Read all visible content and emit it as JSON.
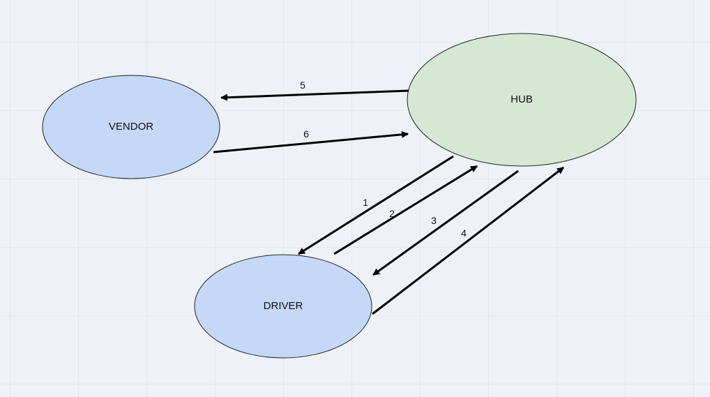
{
  "diagram": {
    "colors": {
      "node_blue": "#c5d8f7",
      "node_green": "#d5e8d4",
      "stroke": "#222222",
      "arrow": "#000000"
    },
    "nodes": {
      "vendor": {
        "label": "VENDOR"
      },
      "hub": {
        "label": "HUB"
      },
      "driver": {
        "label": "DRIVER"
      }
    },
    "edges": [
      {
        "label": "1",
        "from": "HUB",
        "to": "DRIVER"
      },
      {
        "label": "2",
        "from": "DRIVER",
        "to": "HUB"
      },
      {
        "label": "3",
        "from": "HUB",
        "to": "DRIVER"
      },
      {
        "label": "4",
        "from": "DRIVER",
        "to": "HUB"
      },
      {
        "label": "5",
        "from": "HUB",
        "to": "VENDOR"
      },
      {
        "label": "6",
        "from": "VENDOR",
        "to": "HUB"
      }
    ]
  }
}
